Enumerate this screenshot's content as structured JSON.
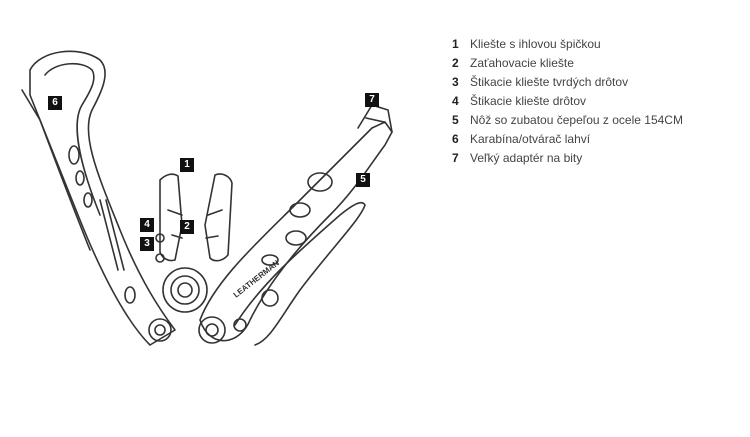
{
  "callouts": [
    {
      "num": "1",
      "label": "Kliešte s ihlovou špičkou"
    },
    {
      "num": "2",
      "label": "Zaťahovacie kliešte"
    },
    {
      "num": "3",
      "label": "Štikacie kliešte tvrdých drôtov"
    },
    {
      "num": "4",
      "label": "Štikacie kliešte drôtov"
    },
    {
      "num": "5",
      "label": "Nôž so zubatou čepeľou z ocele 154CM"
    },
    {
      "num": "6",
      "label": "Karabína/otvárač lahví"
    },
    {
      "num": "7",
      "label": "Veľký adaptér na bity"
    }
  ],
  "brand_text": "LEATHERMAN"
}
